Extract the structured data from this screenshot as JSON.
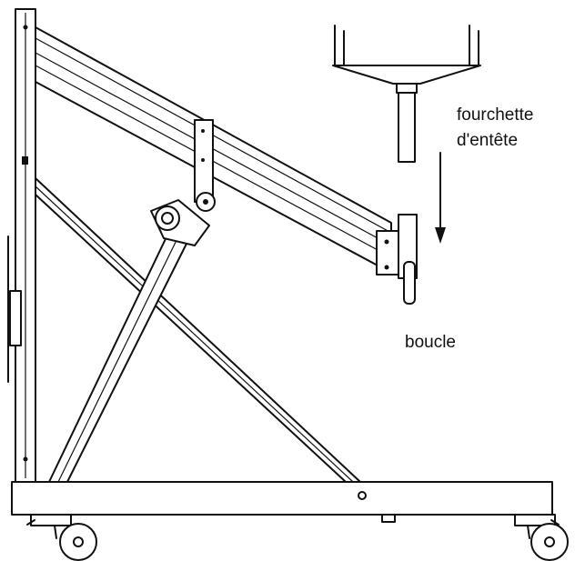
{
  "labels": {
    "fork": [
      "fourchette",
      "d'entête"
    ],
    "loop": "boucle"
  }
}
